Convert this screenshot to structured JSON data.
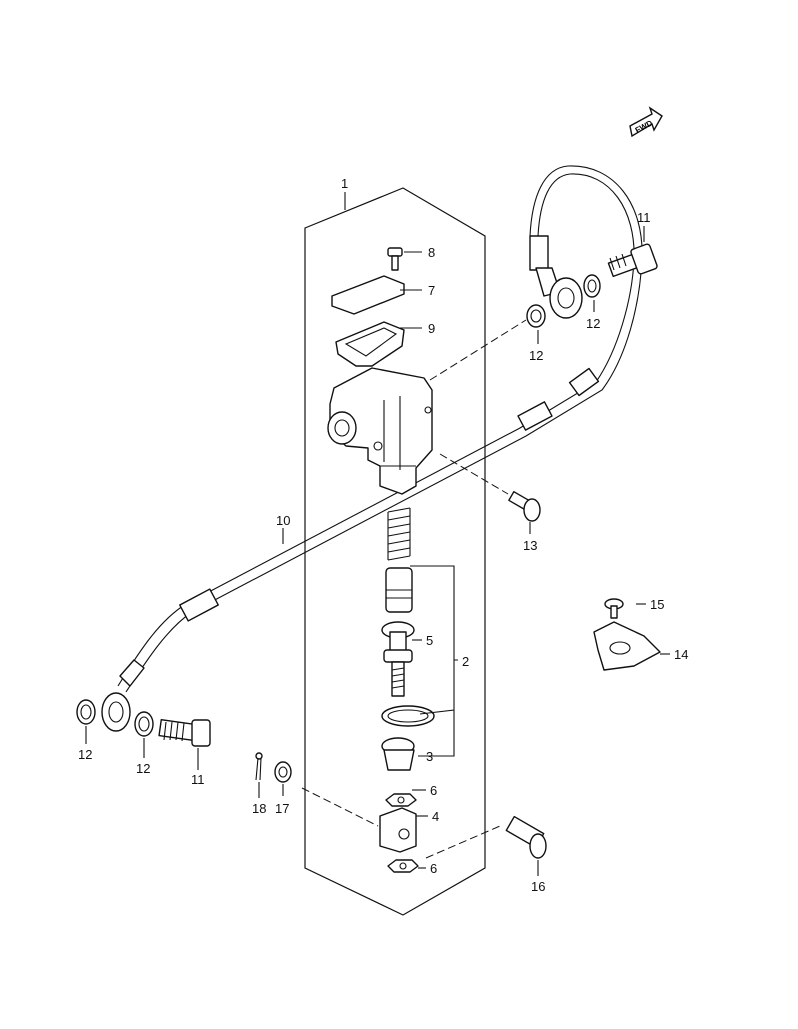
{
  "badge": "FWD",
  "callouts": {
    "c1": "1",
    "c2": "2",
    "c3": "3",
    "c4": "4",
    "c5": "5",
    "c6a": "6",
    "c6b": "6",
    "c7": "7",
    "c8": "8",
    "c9": "9",
    "c10": "10",
    "c11a": "11",
    "c11b": "11",
    "c12a": "12",
    "c12b": "12",
    "c12c": "12",
    "c12d": "12",
    "c13": "13",
    "c14": "14",
    "c15": "15",
    "c16": "16",
    "c17": "17",
    "c18": "18"
  }
}
